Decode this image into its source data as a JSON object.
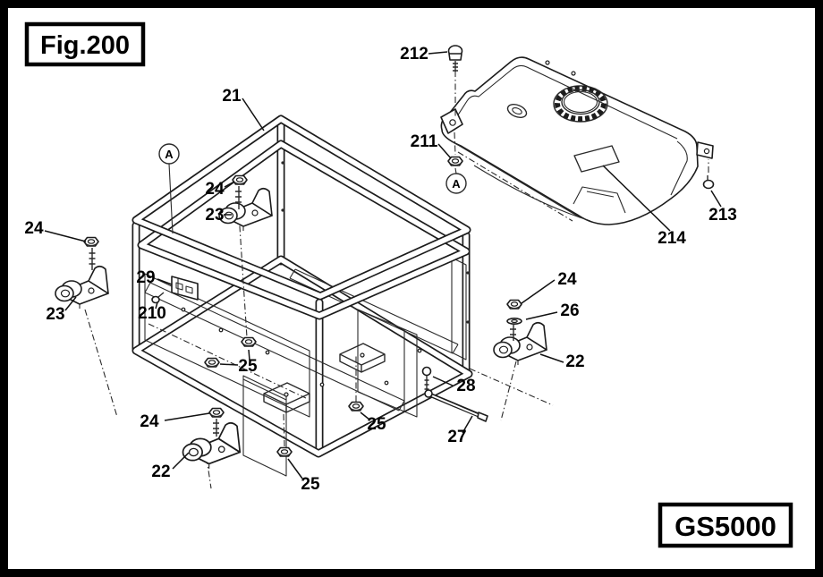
{
  "figure": {
    "number_label": "Fig.200",
    "model_label": "GS5000"
  },
  "colors": {
    "ink": "#1c1c1c",
    "background": "#ffffff"
  },
  "detail_markers": [
    {
      "label": "A",
      "location": "frame-top-left"
    },
    {
      "label": "A",
      "location": "under-fuel-tank"
    }
  ],
  "callouts": [
    {
      "label": "21"
    },
    {
      "label": "212"
    },
    {
      "label": "211"
    },
    {
      "label": "213"
    },
    {
      "label": "214"
    },
    {
      "label": "24"
    },
    {
      "label": "23"
    },
    {
      "label": "24"
    },
    {
      "label": "23"
    },
    {
      "label": "29"
    },
    {
      "label": "210"
    },
    {
      "label": "25"
    },
    {
      "label": "25"
    },
    {
      "label": "25"
    },
    {
      "label": "28"
    },
    {
      "label": "27"
    },
    {
      "label": "24"
    },
    {
      "label": "22"
    },
    {
      "label": "24"
    },
    {
      "label": "26"
    },
    {
      "label": "22"
    }
  ]
}
